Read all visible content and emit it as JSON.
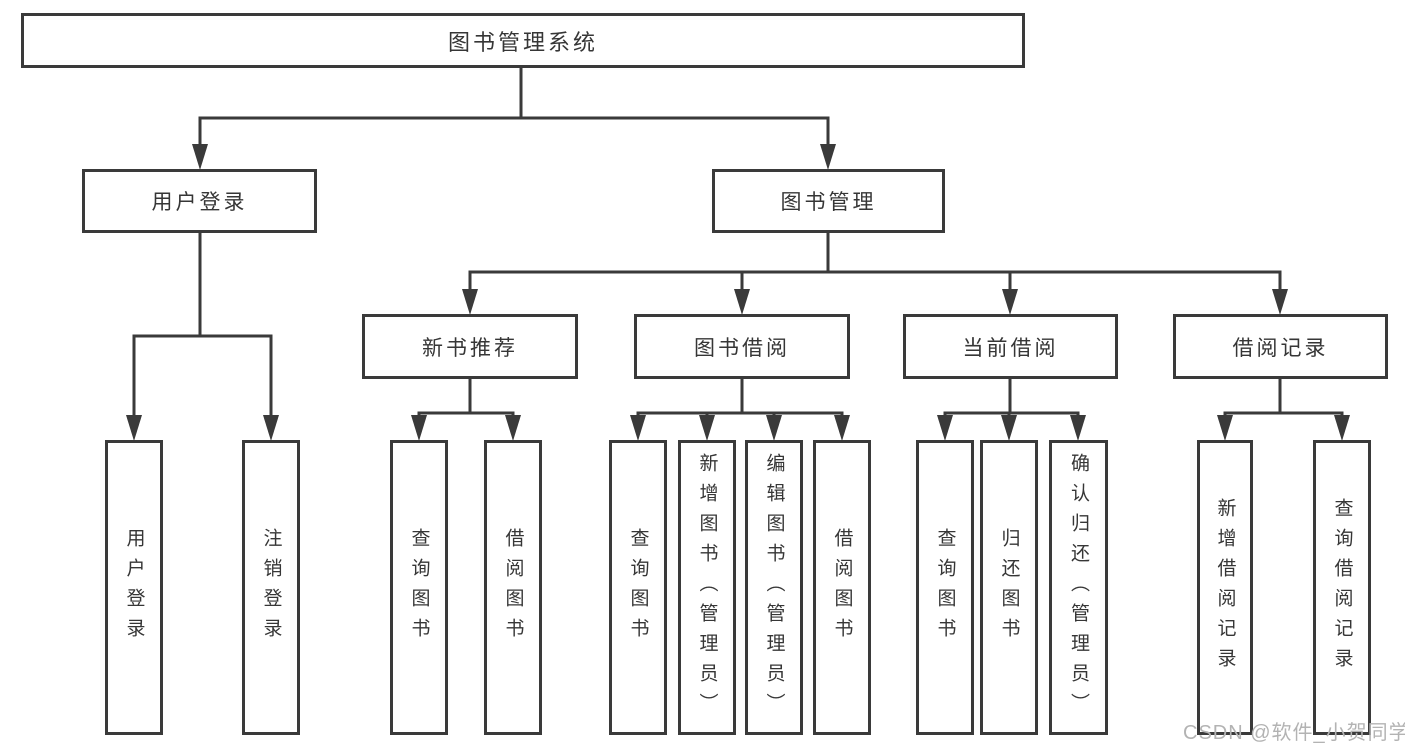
{
  "colors": {
    "line": "#3a3a3a",
    "text": "#363636",
    "watermark": "#b3b3b3",
    "background": "#ffffff"
  },
  "watermark": {
    "text": "CSDN @软件_小贺同学"
  },
  "diagram": {
    "type": "tree",
    "root": {
      "label": "图书管理系统"
    },
    "branches": [
      {
        "label": "用户登录",
        "children": [
          {
            "label": "用户登录"
          },
          {
            "label": "注销登录"
          }
        ]
      },
      {
        "label": "图书管理",
        "children": [
          {
            "label": "新书推荐",
            "children": [
              {
                "label": "查询图书"
              },
              {
                "label": "借阅图书"
              }
            ]
          },
          {
            "label": "图书借阅",
            "children": [
              {
                "label": "查询图书"
              },
              {
                "label": "新增图书（管理员）"
              },
              {
                "label": "编辑图书（管理员）"
              },
              {
                "label": "借阅图书"
              }
            ]
          },
          {
            "label": "当前借阅",
            "children": [
              {
                "label": "查询图书"
              },
              {
                "label": "归还图书"
              },
              {
                "label": "确认归还（管理员）"
              }
            ]
          },
          {
            "label": "借阅记录",
            "children": [
              {
                "label": "新增借阅记录"
              },
              {
                "label": "查询借阅记录"
              }
            ]
          }
        ]
      }
    ]
  }
}
